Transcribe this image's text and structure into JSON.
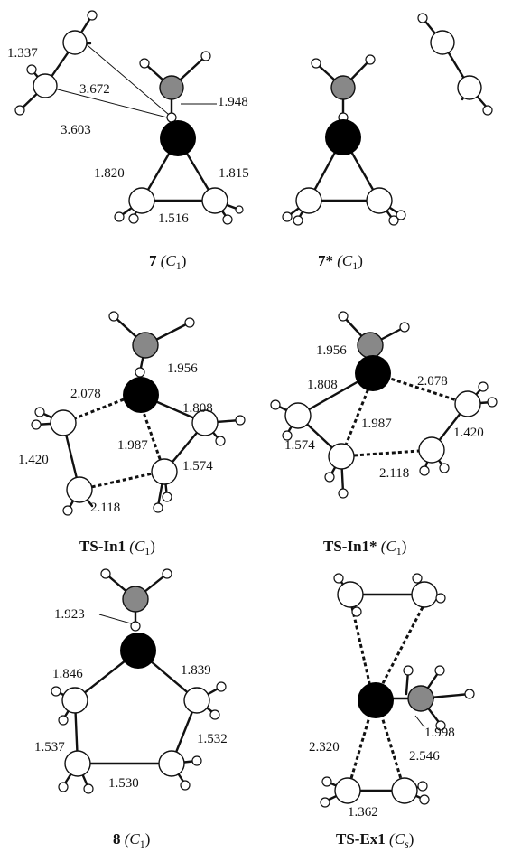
{
  "panels": {
    "p7": {
      "caption_bold": "7",
      "caption_sym": "(C",
      "caption_sub": "1",
      "caption_end": ")",
      "labels": [
        "1.337",
        "3.672",
        "3.603",
        "1.948",
        "1.820",
        "1.815",
        "1.516"
      ]
    },
    "p7s": {
      "caption_bold": "7*",
      "caption_sym": "(C",
      "caption_sub": "1",
      "caption_end": ")"
    },
    "ptsin1": {
      "caption_bold": "TS-In1",
      "caption_sym": "(C",
      "caption_sub": "1",
      "caption_end": ")",
      "labels": [
        "2.078",
        "1.956",
        "1.808",
        "1.420",
        "1.987",
        "1.574",
        "2.118"
      ]
    },
    "ptsin1s": {
      "caption_bold": "TS-In1*",
      "caption_sym": "(C",
      "caption_sub": "1",
      "caption_end": ")",
      "labels": [
        "1.956",
        "1.808",
        "2.078",
        "1.987",
        "1.574",
        "1.420",
        "2.118"
      ]
    },
    "p8": {
      "caption_bold": "8",
      "caption_sym": "(C",
      "caption_sub": "1",
      "caption_end": ")",
      "labels": [
        "1.923",
        "1.846",
        "1.839",
        "1.537",
        "1.532",
        "1.530"
      ]
    },
    "ptsex1": {
      "caption_bold": "TS-Ex1",
      "caption_sym": "(C",
      "caption_sub": "s",
      "caption_end": ")",
      "labels": [
        "1.998",
        "2.320",
        "2.546",
        "1.362"
      ]
    }
  }
}
